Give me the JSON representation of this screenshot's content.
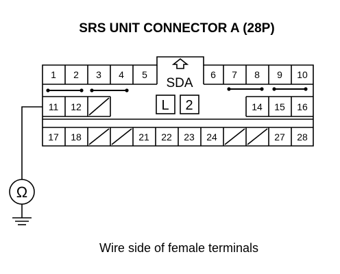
{
  "title": "SRS UNIT CONNECTOR A (28P)",
  "caption": "Wire side of female terminals",
  "connector": {
    "label": "SDA",
    "box_left": "L",
    "box_right": "2",
    "key_icon": "arrow-up-outline-icon",
    "row1": [
      "1",
      "2",
      "3",
      "4",
      "5",
      "6",
      "7",
      "8",
      "9",
      "10"
    ],
    "row2_left": [
      "11",
      "12"
    ],
    "row2_right": [
      "14",
      "15",
      "16"
    ],
    "row3": [
      "17",
      "18",
      "21",
      "22",
      "23",
      "24",
      "27",
      "28"
    ]
  },
  "meter": {
    "symbol": "Ω",
    "ground_icon": "ground-icon"
  }
}
